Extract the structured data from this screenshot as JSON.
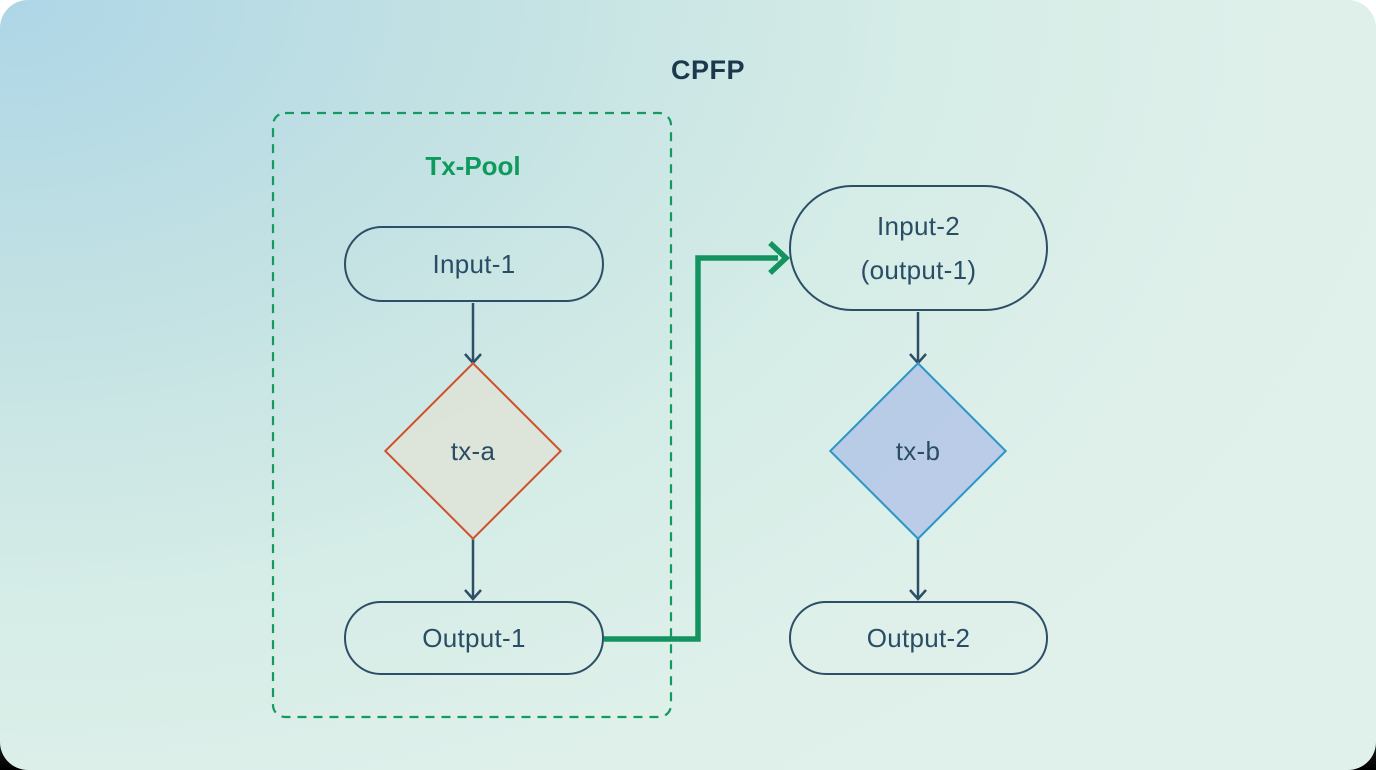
{
  "title": "CPFP",
  "tx_pool": {
    "label": "Tx-Pool"
  },
  "nodes": {
    "input1": {
      "label": "Input-1"
    },
    "txa": {
      "label": "tx-a"
    },
    "output1": {
      "label": "Output-1"
    },
    "input2": {
      "label": "Input-2",
      "sublabel": "(output-1)"
    },
    "txb": {
      "label": "tx-b"
    },
    "output2": {
      "label": "Output-2"
    }
  },
  "colors": {
    "background_top_left": "#aed6e7",
    "background_main": "#dff0ea",
    "title_text": "#1b394d",
    "node_stroke": "#2c4f67",
    "node_text": "#2a4d66",
    "green_accent": "#12935f",
    "txa_border": "#d0512d",
    "txa_fill": "#dde3d8",
    "txb_border": "#2c96c6",
    "txb_fill": "#b7c9e7"
  }
}
